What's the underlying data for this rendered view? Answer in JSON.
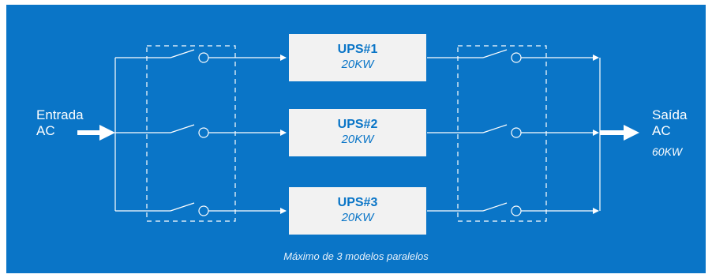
{
  "diagram": {
    "input_label_line1": "Entrada",
    "input_label_line2": "AC",
    "output_label_line1": "Saída",
    "output_label_line2": "AC",
    "output_power": "60KW",
    "units": [
      {
        "name": "UPS#1",
        "power": "20KW"
      },
      {
        "name": "UPS#2",
        "power": "20KW"
      },
      {
        "name": "UPS#3",
        "power": "20KW"
      }
    ],
    "note": "Máximo de 3 modelos paralelos"
  },
  "colors": {
    "background": "#0a75c7",
    "box": "#f2f2f2",
    "line": "#ffffff"
  }
}
